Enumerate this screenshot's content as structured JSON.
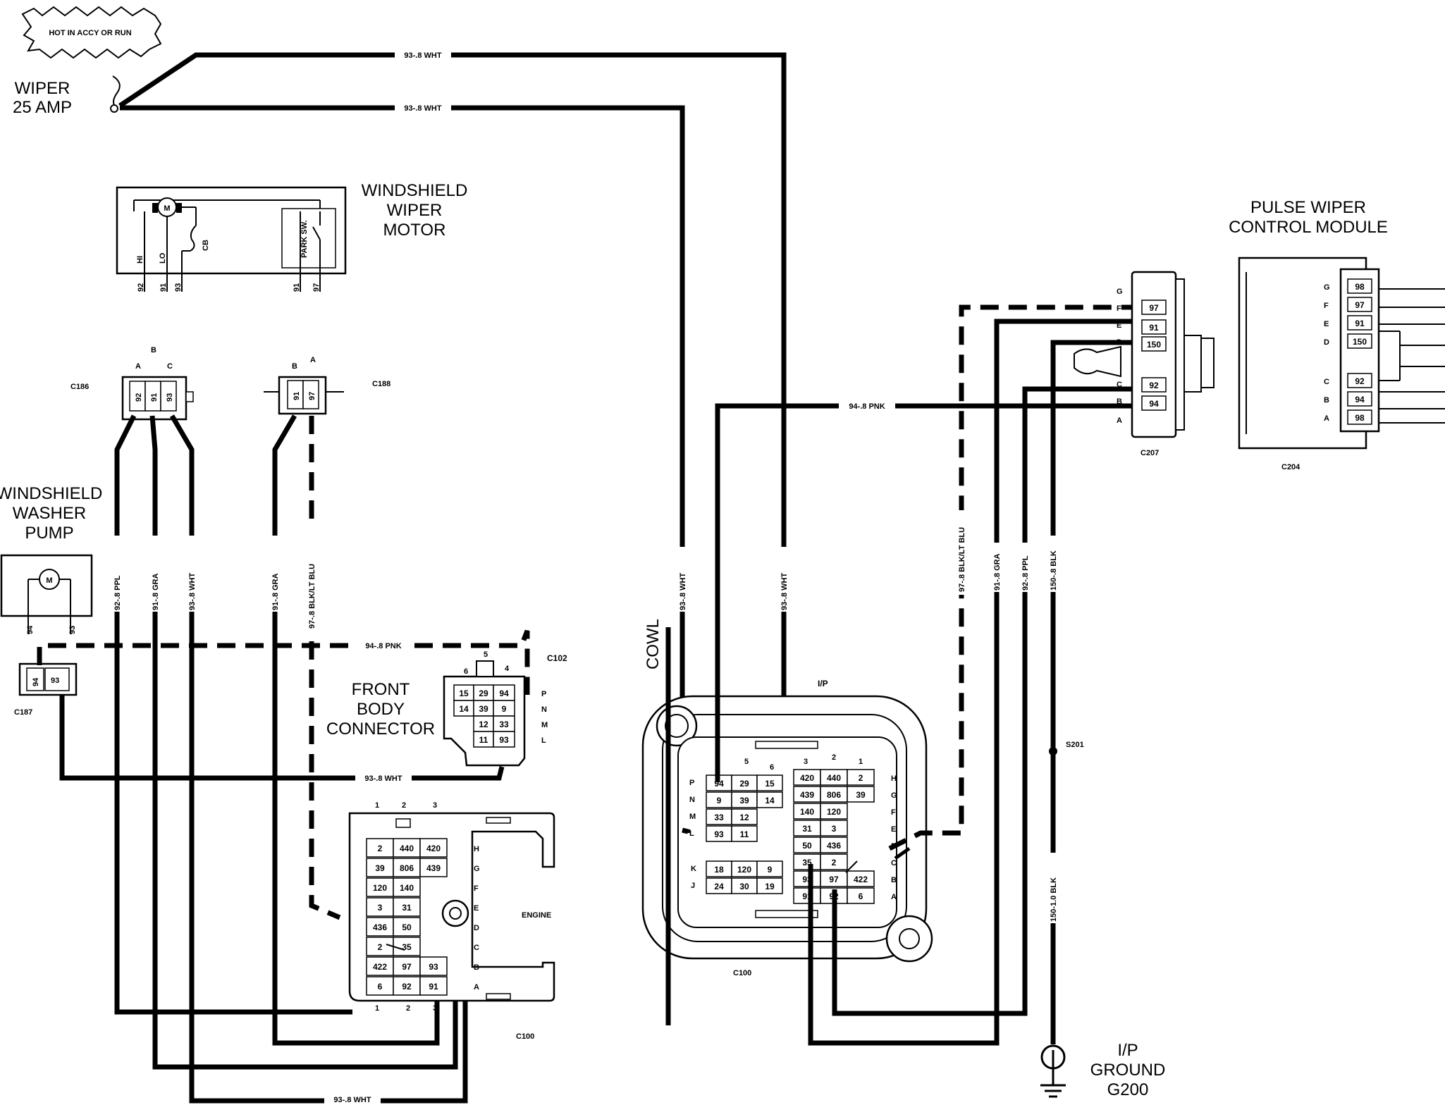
{
  "fuse": {
    "badge": "HOT IN ACCY OR RUN",
    "name": "WIPER",
    "rating": "25 AMP"
  },
  "wiper_motor": {
    "title_lines": [
      "WINDSHIELD",
      "WIPER",
      "MOTOR"
    ],
    "terminals": [
      "HI",
      "LO",
      "CB",
      "PARK SW."
    ],
    "pins": [
      "92",
      "91",
      "93",
      "91",
      "97"
    ]
  },
  "washer_pump": {
    "title_lines": [
      "WINDSHIELD",
      "WASHER",
      "PUMP"
    ],
    "pins": [
      "94",
      "93"
    ]
  },
  "pulse_module": {
    "title_lines": [
      "PULSE WIPER",
      "CONTROL MODULE"
    ],
    "connector": "C204",
    "rows": [
      "G",
      "F",
      "E",
      "D",
      "C",
      "B",
      "A"
    ],
    "cells": [
      "98",
      "97",
      "91",
      "150",
      "92",
      "94",
      "98"
    ]
  },
  "front_body_connector": {
    "title_lines": [
      "FRONT",
      "BODY",
      "CONNECTOR"
    ],
    "id": "C102",
    "cols": [
      "5",
      "4",
      "6"
    ],
    "rows": [
      "P",
      "N",
      "M",
      "L"
    ],
    "cells": [
      [
        "15",
        "29",
        "94"
      ],
      [
        "14",
        "39",
        "9"
      ],
      [
        "12",
        "33"
      ],
      [
        "11",
        "93"
      ]
    ]
  },
  "connectors": {
    "c186": "C186",
    "c186_pins": [
      "A",
      "B",
      "C"
    ],
    "c186_cells": [
      "92",
      "91",
      "93"
    ],
    "c188": "C188",
    "c188_pins": [
      "B",
      "A"
    ],
    "c188_cells": [
      "91",
      "97"
    ],
    "c187": "C187",
    "c187_cells": [
      "94",
      "93"
    ],
    "c207": "C207",
    "c207_rows": [
      "G",
      "F",
      "E",
      "D",
      "C",
      "B",
      "A"
    ],
    "c207_cells": [
      "97",
      "91",
      "150",
      "92",
      "94"
    ],
    "c100": "C100",
    "s201": "S201"
  },
  "c100_engine": {
    "label": "ENGINE",
    "cols_top": [
      "1",
      "2",
      "3"
    ],
    "cols_bottom": [
      "1",
      "2",
      "3"
    ],
    "rows": [
      "H",
      "G",
      "F",
      "E",
      "D",
      "C",
      "B",
      "A"
    ],
    "cells": [
      [
        "2",
        "440",
        "420"
      ],
      [
        "39",
        "806",
        "439"
      ],
      [
        "120",
        "140"
      ],
      [
        "3",
        "31"
      ],
      [
        "436",
        "50"
      ],
      [
        "2",
        "35"
      ],
      [
        "422",
        "97",
        "93"
      ],
      [
        "6",
        "92",
        "91"
      ]
    ]
  },
  "c100_ip": {
    "label": "I/P",
    "cowl": "COWL",
    "left_cols": [
      "5",
      "6"
    ],
    "right_cols": [
      "3",
      "2",
      "1"
    ],
    "left_rows": [
      "P",
      "N",
      "M",
      "L"
    ],
    "right_rows": [
      "H",
      "G",
      "F",
      "E",
      "D",
      "C",
      "B",
      "A"
    ],
    "bottom_rows": [
      "K",
      "J"
    ],
    "left_cells": [
      [
        "94",
        "29",
        "15"
      ],
      [
        "9",
        "39",
        "14"
      ],
      [
        "33",
        "12"
      ],
      [
        "93",
        "11"
      ]
    ],
    "right_cells": [
      [
        "420",
        "440",
        "2"
      ],
      [
        "439",
        "806",
        "39"
      ],
      [
        "140",
        "120"
      ],
      [
        "31",
        "3"
      ],
      [
        "50",
        "436"
      ],
      [
        "35",
        "2"
      ],
      [
        "93",
        "97",
        "422"
      ],
      [
        "91",
        "92",
        "6"
      ]
    ],
    "bottom_cells": [
      [
        "18",
        "120",
        "9"
      ],
      [
        "24",
        "30",
        "19"
      ]
    ]
  },
  "ground": {
    "title_lines": [
      "I/P",
      "GROUND",
      "G200"
    ]
  },
  "wire_labels": {
    "top1": "93-.8 WHT",
    "top2": "93-.8 WHT",
    "v92ppl": "92-.8 PPL",
    "v91gra": "91-.8 GRA",
    "v93wht": "93-.8 WHT",
    "v91gra2": "91-.8 GRA",
    "v97blk": "97-.8 BLK/LT BLU",
    "h94pnk": "94-.8 PNK",
    "h93wht": "93-.8 WHT",
    "bottom93": "93-.8 WHT",
    "vip93a": "93-.8 WHT",
    "vip93b": "93-.8 WHT",
    "pnk94": "94-.8 PNK",
    "r97blk": "97-.8 BLK/LT BLU",
    "r91gra": "91-.8 GRA",
    "r92ppl": "92-.8 PPL",
    "r150blk": "150-.8 BLK",
    "g150blk": "150-1.0 BLK"
  }
}
